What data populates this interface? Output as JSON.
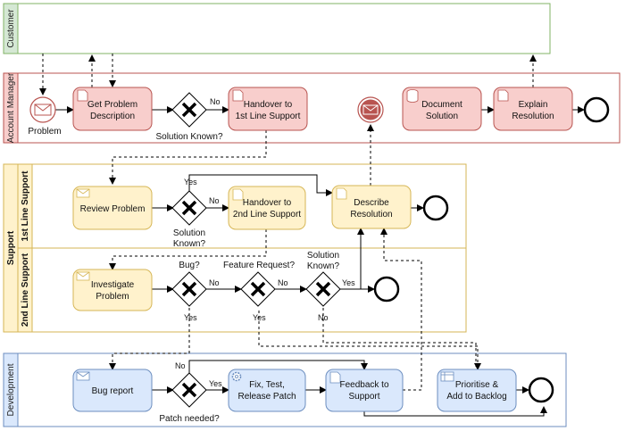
{
  "colors": {
    "customer_border": "#82b366",
    "customer_fill": "#d5e8d4",
    "am_border": "#b85450",
    "am_fill": "#f8cecc",
    "support_border": "#d6b656",
    "support_fill": "#fff2cc",
    "dev_border": "#6c8ebf",
    "dev_fill": "#dae8fc"
  },
  "lanes": {
    "customer": "Customer",
    "account_manager": "Account Manager",
    "support": "Support",
    "first_line": "1st Line Support",
    "second_line": "2nd Line Support",
    "development": "Development"
  },
  "tasks": {
    "get_problem": [
      "Get Problem",
      "Description"
    ],
    "handover_1st": [
      "Handover to",
      "1st Line Support"
    ],
    "document_solution": [
      "Document",
      "Solution"
    ],
    "explain_resolution": [
      "Explain",
      "Resolution"
    ],
    "review_problem": [
      "Review Problem"
    ],
    "handover_2nd": [
      "Handover to",
      "2nd Line Support"
    ],
    "describe_resolution": [
      "Describe",
      "Resolution"
    ],
    "investigate_problem": [
      "Investigate",
      "Problem"
    ],
    "bug_report": [
      "Bug report"
    ],
    "fix_test": [
      "Fix, Test,",
      "Release Patch"
    ],
    "feedback_support": [
      "Feedback to",
      "Support"
    ],
    "prioritise": [
      "Prioritise &",
      "Add to Backlog"
    ]
  },
  "events": {
    "problem": "Problem"
  },
  "gateways": {
    "am_solution_known": "Solution Known?",
    "fl_solution_known": [
      "Solution",
      "Known?"
    ],
    "bug": "Bug?",
    "feature_request": "Feature Request?",
    "sl_solution_known": [
      "Solution",
      "Known?"
    ],
    "patch_needed": "Patch needed?"
  },
  "flow_labels": {
    "no": "No",
    "yes": "Yes"
  }
}
